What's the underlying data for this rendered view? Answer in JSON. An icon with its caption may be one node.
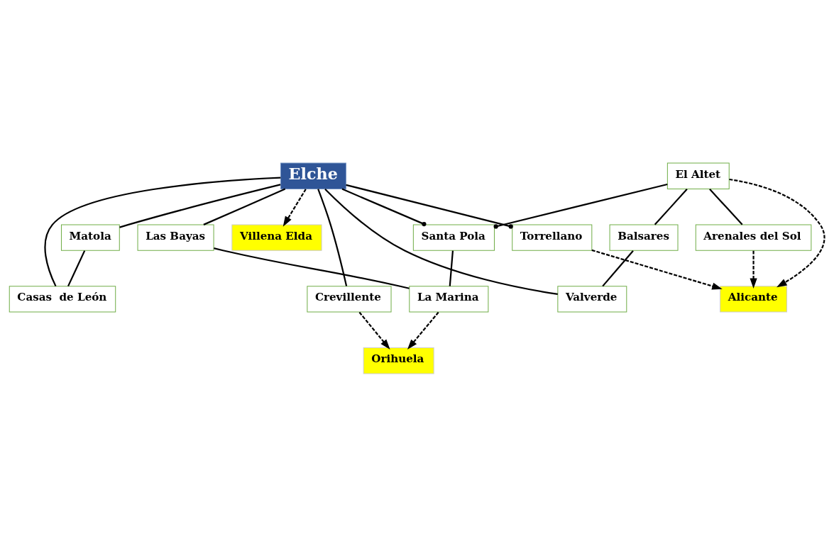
{
  "diagram": {
    "nodes": [
      {
        "text": [
          "Villena Elda"
        ]
      },
      {
        "text": [
          "Alicante"
        ]
      },
      {
        "text": [
          "Torrellano"
        ]
      },
      {
        "text": [
          "Elche"
        ]
      },
      {
        "text": [
          "Crevillente"
        ]
      },
      {
        "text": [
          "El Altet"
        ]
      },
      {
        "text": [
          "Balsares"
        ]
      },
      {
        "text": [
          "Arenales del Sol"
        ]
      },
      {
        "text": [
          "Valverde"
        ]
      },
      {
        "text": [
          "Matola"
        ]
      },
      {
        "text": [
          "Casas  de León"
        ]
      },
      {
        "text": [
          "Las Bayas"
        ]
      },
      {
        "text": [
          "Santa Pola"
        ]
      },
      {
        "text": [
          "La Marina"
        ]
      },
      {
        "text": [
          "Orihuela"
        ]
      }
    ],
    "edges": [
      {
        "from": 3,
        "to": 0,
        "arrow": "to",
        "style": "dashed"
      },
      {
        "from": 3,
        "to": 2,
        "arrow": "other"
      },
      {
        "from": 2,
        "to": 1,
        "arrow": "to",
        "style": "dashed"
      },
      {
        "from": 3,
        "to": 4,
        "arrow": "none"
      },
      {
        "from": 4,
        "to": 14,
        "arrow": "to",
        "style": "dashed"
      },
      {
        "from": 5,
        "to": 1,
        "arrow": "to",
        "style": "dashed"
      },
      {
        "from": 7,
        "to": 1,
        "arrow": "to",
        "style": "dashed"
      },
      {
        "from": 5,
        "to": 6,
        "arrow": "none"
      },
      {
        "from": 6,
        "to": 8,
        "arrow": "none"
      },
      {
        "from": 5,
        "to": 7,
        "arrow": "none"
      },
      {
        "from": 3,
        "to": 8,
        "arrow": "none"
      },
      {
        "from": 3,
        "to": 9,
        "arrow": "none"
      },
      {
        "from": 3,
        "to": 10,
        "arrow": "none"
      },
      {
        "from": 9,
        "to": 10,
        "arrow": "none"
      },
      {
        "from": 3,
        "to": 11,
        "arrow": "none"
      },
      {
        "from": 11,
        "to": 13,
        "arrow": "none"
      },
      {
        "from": 3,
        "to": 12,
        "arrow": "other"
      },
      {
        "from": 5,
        "to": 12,
        "arrow": "other"
      },
      {
        "from": 12,
        "to": 13,
        "arrow": "none"
      },
      {
        "from": 13,
        "to": 14,
        "arrow": "to",
        "style": "dashed"
      }
    ]
  }
}
